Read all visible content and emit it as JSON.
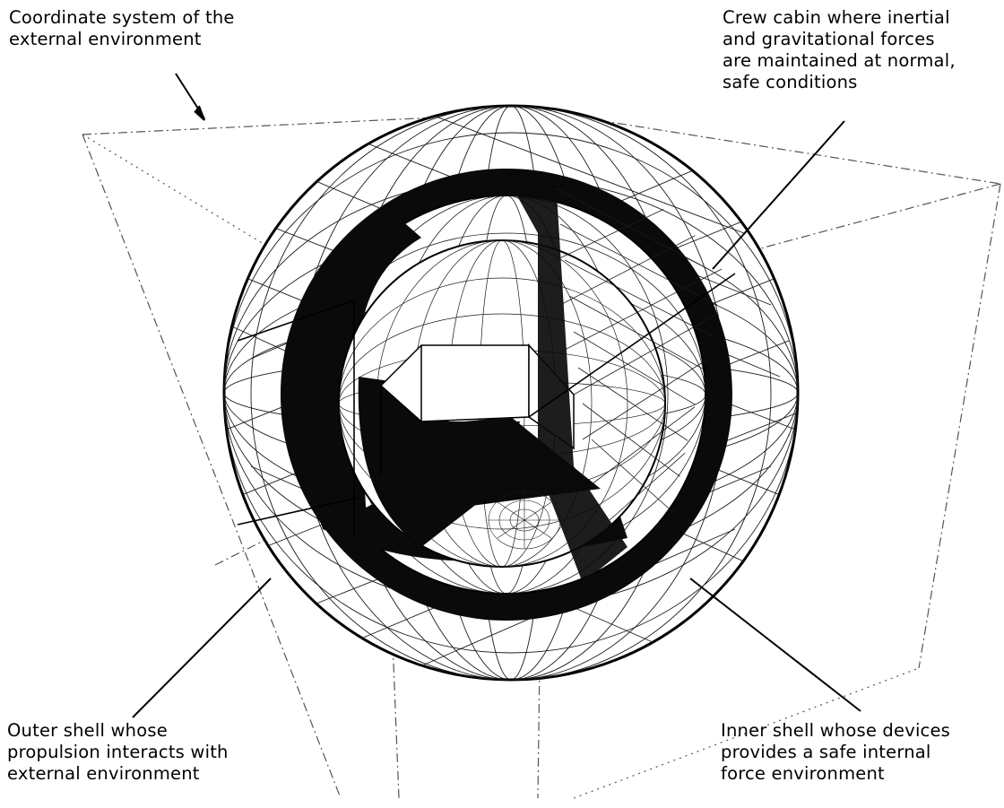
{
  "annotations": {
    "coordinate_system": {
      "lines": [
        "Coordinate system of the",
        "external environment"
      ]
    },
    "crew_cabin": {
      "lines": [
        "Crew cabin where inertial",
        "and gravitational forces",
        "are maintained at normal,",
        "safe  conditions"
      ]
    },
    "outer_shell": {
      "lines": [
        "Outer shell whose",
        "propulsion interacts with",
        "external environment"
      ]
    },
    "inner_shell": {
      "lines": [
        "Inner shell whose devices",
        "provides a safe internal",
        "force environment"
      ]
    }
  },
  "colors": {
    "ink": "#000000",
    "paper": "#ffffff",
    "mesh": "#1a1a1a",
    "guide": "#555555"
  }
}
